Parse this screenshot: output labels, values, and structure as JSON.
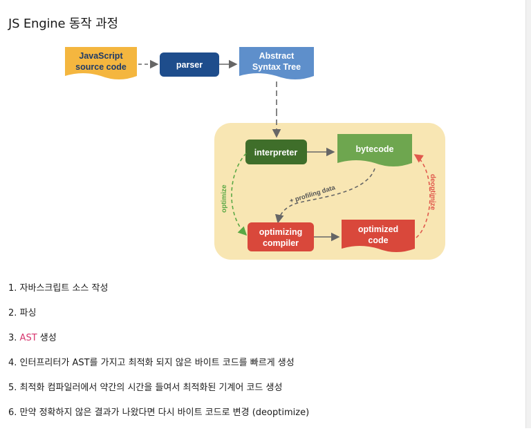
{
  "page": {
    "title": "JS Engine 동작 과정"
  },
  "diagram": {
    "nodes": {
      "source_code": {
        "line1": "JavaScript",
        "line2": "source code"
      },
      "parser": "parser",
      "ast": {
        "line1": "Abstract",
        "line2": "Syntax Tree"
      },
      "interpreter": "interpreter",
      "bytecode": "bytecode",
      "optimizing_compiler": {
        "line1": "optimizing",
        "line2": "compiler"
      },
      "optimized_code": {
        "line1": "optimized",
        "line2": "code"
      }
    },
    "edges": {
      "optimize": "optimize",
      "profiling_data": "+ profiling data",
      "deoptimize": "deoptimize"
    },
    "colors": {
      "source": "#f4b63f",
      "parser": "#1e4d8c",
      "ast": "#5e8fcb",
      "region": "#f8e6b3",
      "interpreter": "#3f6e2a",
      "bytecode": "#6ea64f",
      "compiler": "#d9483b",
      "green_dash": "#5aa845",
      "red_dash": "#e0584c",
      "gray": "#666666"
    }
  },
  "steps": [
    {
      "num": "1.",
      "text": "자바스크립트 소스 작성"
    },
    {
      "num": "2.",
      "text": "파싱"
    },
    {
      "num": "3.",
      "highlight": "AST",
      "text": " 생성"
    },
    {
      "num": "4.",
      "text": "인터프리터가 AST를 가지고 최적화 되지 않은 바이트 코드를 빠르게 생성"
    },
    {
      "num": "5.",
      "text": "최적화 컴파일러에서 약간의 시간을 들여서 최적화된 기계어 코드 생성"
    },
    {
      "num": "6.",
      "text": "만약 정확하지 않은 결과가 나왔다면 다시 바이트 코드로 변경 (deoptimize)"
    }
  ]
}
